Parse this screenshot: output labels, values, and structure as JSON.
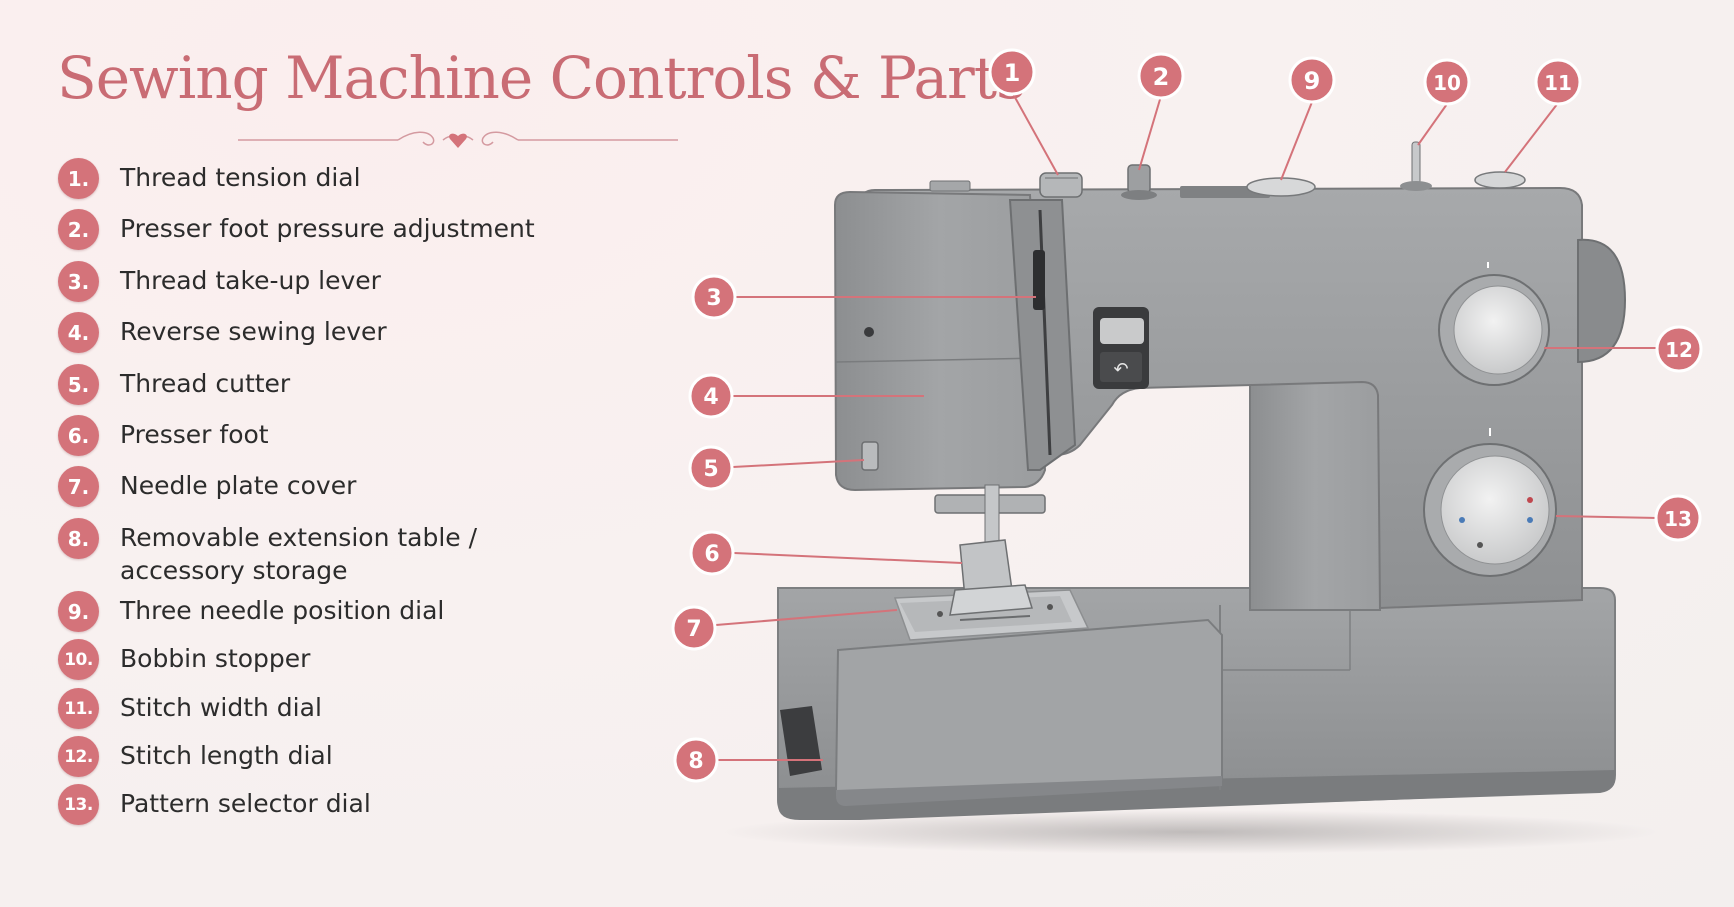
{
  "title": "Sewing Machine Controls & Parts",
  "parts": [
    {
      "number": "1",
      "marker": "1.",
      "label": "Thread tension dial"
    },
    {
      "number": "2",
      "marker": "2.",
      "label": "Presser foot pressure adjustment"
    },
    {
      "number": "3",
      "marker": "3.",
      "label": "Thread take-up lever"
    },
    {
      "number": "4",
      "marker": "4.",
      "label": "Reverse sewing lever"
    },
    {
      "number": "5",
      "marker": "5.",
      "label": "Thread cutter"
    },
    {
      "number": "6",
      "marker": "6.",
      "label": "Presser foot"
    },
    {
      "number": "7",
      "marker": "7.",
      "label": "Needle plate cover"
    },
    {
      "number": "8",
      "marker": "8.",
      "label": "Removable extension table / accessory storage"
    },
    {
      "number": "9",
      "marker": "9.",
      "label": "Three needle position dial"
    },
    {
      "number": "10",
      "marker": "10.",
      "label": "Bobbin stopper"
    },
    {
      "number": "11",
      "marker": "11.",
      "label": "Stitch width dial"
    },
    {
      "number": "12",
      "marker": "12.",
      "label": "Stitch length dial"
    },
    {
      "number": "13",
      "marker": "13.",
      "label": "Pattern selector dial"
    }
  ],
  "colors": {
    "accent": "#d4737a",
    "title": "#c96c74",
    "machine": "#9a9c9e",
    "background": "#f6f0ef"
  }
}
